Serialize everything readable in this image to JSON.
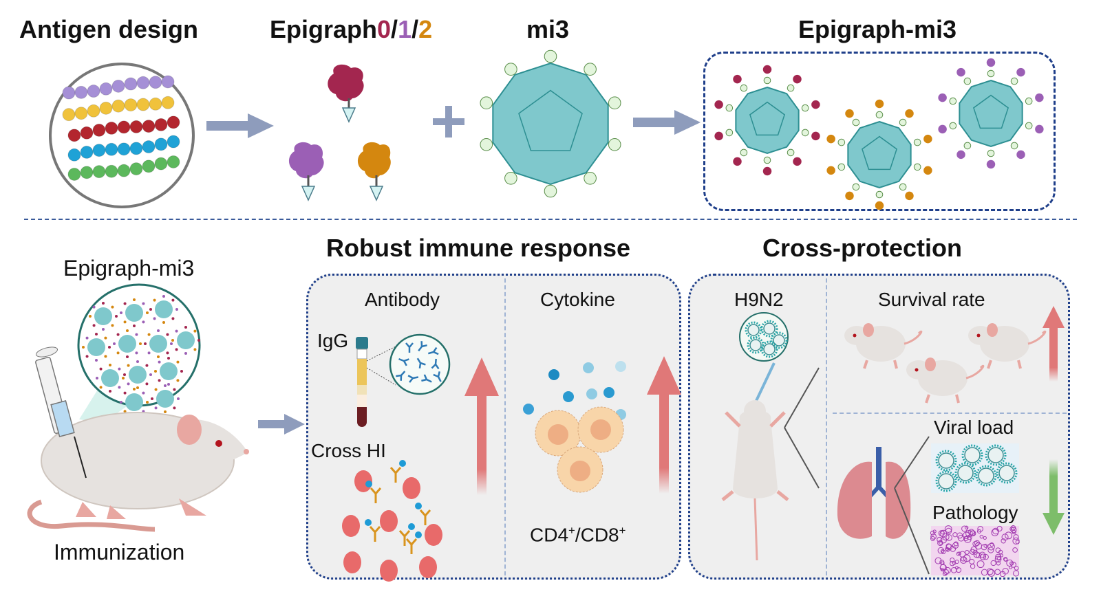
{
  "top": {
    "antigen_design": {
      "title": "Antigen design",
      "bead_colors": [
        "#a58fd6",
        "#f0c23b",
        "#b3262e",
        "#1fa2d6",
        "#5cb85c"
      ]
    },
    "epigraph": {
      "title_prefix": "Epigraph",
      "variants": [
        {
          "label": "0",
          "color": "#a3264f"
        },
        {
          "label": "/",
          "color": "#111111"
        },
        {
          "label": "1",
          "color": "#9b5fb5"
        },
        {
          "label": "/",
          "color": "#111111"
        },
        {
          "label": "2",
          "color": "#d4870f"
        }
      ]
    },
    "mi3": {
      "title": "mi3"
    },
    "epigraph_mi3": {
      "title": "Epigraph-mi3",
      "particle_colors": [
        "#a3264f",
        "#d4870f",
        "#9b5fb5"
      ]
    },
    "plus_symbol": "+"
  },
  "bottom": {
    "immunization": {
      "vaccine_label": "Epigraph-mi3",
      "caption": "Immunization"
    },
    "robust_immune_response": {
      "title": "Robust immune response",
      "antibody": {
        "title": "Antibody",
        "igg_label": "IgG",
        "cross_hi_label": "Cross HI",
        "trend": "up"
      },
      "cytokine": {
        "title": "Cytokine",
        "cells_label_a": "CD4",
        "cells_label_b": "/CD8",
        "sup": "+",
        "trend": "up"
      }
    },
    "cross_protection": {
      "title": "Cross-protection",
      "challenge_label": "H9N2",
      "survival": {
        "title": "Survival rate",
        "trend": "up"
      },
      "viral_load": {
        "title": "Viral load"
      },
      "pathology": {
        "title": "Pathology"
      },
      "lower_trend": "down"
    }
  },
  "colors": {
    "arrow_gray": "#8e9cbc",
    "up_arrow": "#e07878",
    "down_arrow": "#7dbd6a",
    "panel_border": "#1f3f8a",
    "capsid": "#7fc8cc"
  }
}
